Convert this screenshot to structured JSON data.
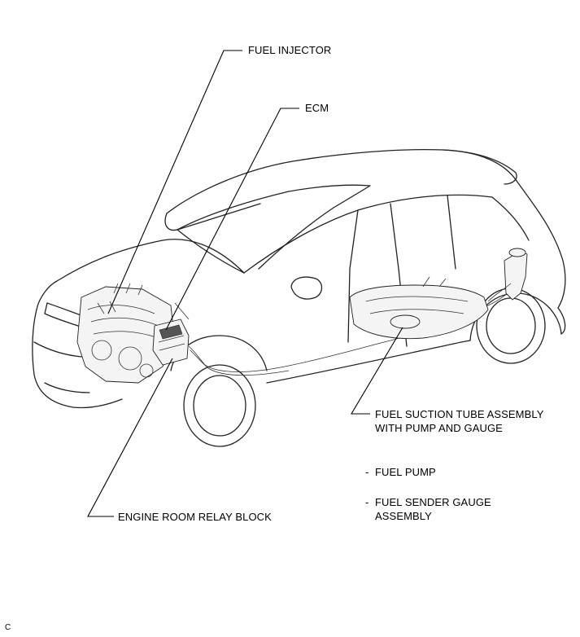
{
  "labels": {
    "fuel_injector": "FUEL INJECTOR",
    "ecm": "ECM",
    "fuel_suction_line1": "FUEL SUCTION TUBE ASSEMBLY",
    "fuel_suction_line2": "WITH PUMP AND GAUGE",
    "fuel_pump": "FUEL PUMP",
    "fuel_sender_line1": "FUEL SENDER GAUGE",
    "fuel_sender_line2": "ASSEMBLY",
    "engine_room_relay": "ENGINE ROOM RELAY BLOCK",
    "bullet": "-"
  },
  "corner_mark": "C"
}
